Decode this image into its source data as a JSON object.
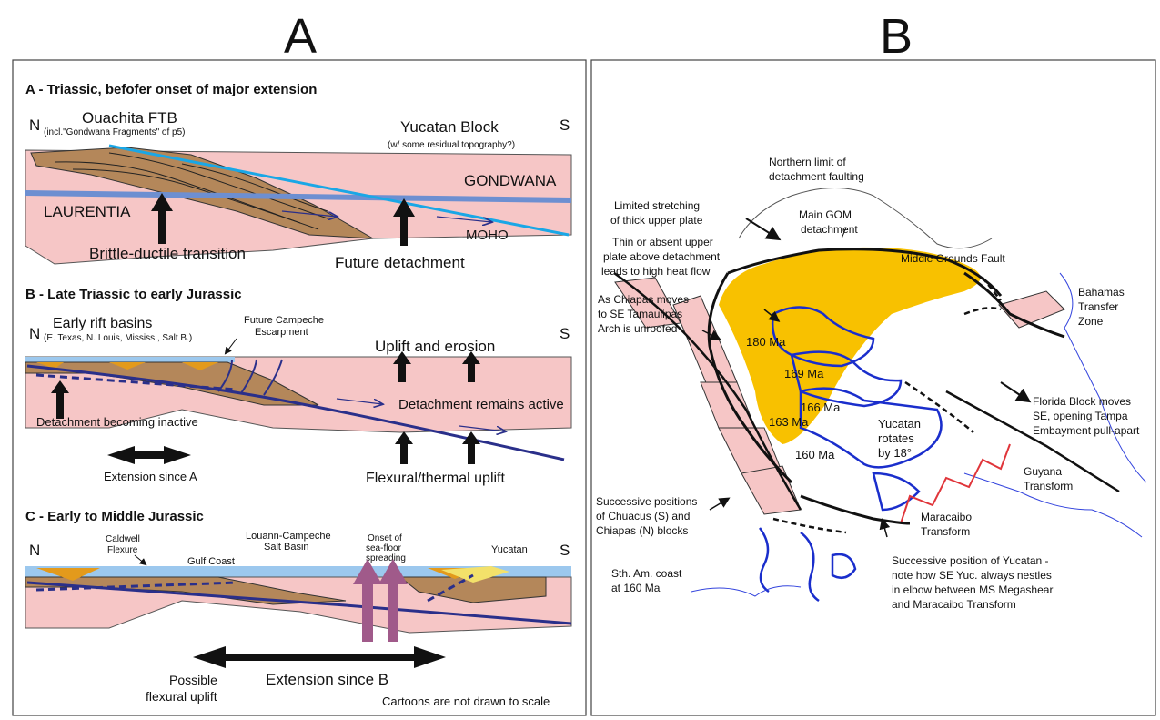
{
  "panel_a": {
    "letter": "A",
    "section_a": {
      "heading": "A - Triassic, befofer onset of major extension",
      "north": "N",
      "south": "S",
      "ouachita_title": "Ouachita FTB",
      "ouachita_note": "(incl.\"Gondwana Fragments\" of p5)",
      "yucatan_title": "Yucatan Block",
      "yucatan_note": "(w/ some residual topography?)",
      "gondwana": "GONDWANA",
      "laurentia": "LAURENTIA",
      "moho": "MOHO",
      "brittle_ductile": "Brittle-ductile transition",
      "future_detachment": "Future detachment"
    },
    "section_b": {
      "heading": "B - Late Triassic to early Jurassic",
      "north": "N",
      "south": "S",
      "rift_basins": "Early rift basins",
      "rift_basins_note": "(E. Texas, N. Louis, Mississ., Salt B.)",
      "future_campeche_1": "Future Campeche",
      "future_campeche_2": "Escarpment",
      "uplift_erosion": "Uplift and erosion",
      "detachment_active": "Detachment remains active",
      "detachment_inactive": "Detachment becoming inactive",
      "extension_since": "Extension since A",
      "flexural_thermal": "Flexural/thermal uplift"
    },
    "section_c": {
      "heading": "C - Early to Middle Jurassic",
      "north": "N",
      "south": "S",
      "caldwell_1": "Caldwell",
      "caldwell_2": "Flexure",
      "gulf_coast": "Gulf Coast",
      "louann_1": "Louann-Campeche",
      "louann_2": "Salt Basin",
      "onset_1": "Onset of",
      "onset_2": "sea-floor",
      "onset_3": "spreading",
      "yucatan": "Yucatan",
      "possible_1": "Possible",
      "possible_2": "flexural uplift",
      "extension_since": "Extension since B",
      "not_to_scale": "Cartoons are not drawn to scale"
    }
  },
  "panel_b": {
    "letter": "B",
    "limited_1": "Limited stretching",
    "limited_2": "of thick upper plate",
    "northern_1": "Northern limit of",
    "northern_2": "detachment faulting",
    "main_gom_1": "Main GOM",
    "main_gom_2": "detachment",
    "thin_1": "Thin or absent upper",
    "thin_2": "plate above detachment",
    "thin_3": "leads to high heat flow",
    "middle_grounds": "Middle Grounds Fault",
    "bahamas_1": "Bahamas",
    "bahamas_2": "Transfer",
    "bahamas_3": "Zone",
    "chiapas_1": "As Chiapas moves",
    "chiapas_2": "to SE Tamaulipas",
    "chiapas_3": "Arch is unroofed",
    "ma_180": "180 Ma",
    "ma_169": "169 Ma",
    "ma_166": "166 Ma",
    "ma_163": "163 Ma",
    "ma_160": "160 Ma",
    "florida_1": "Florida Block moves",
    "florida_2": "SE, opening Tampa",
    "florida_3": "Embayment pull-apart",
    "yucatan_rot_1": "Yucatan",
    "yucatan_rot_2": "rotates",
    "yucatan_rot_3": "by 18°",
    "guyana_1": "Guyana",
    "guyana_2": "Transform",
    "successive_1": "Successive positions",
    "successive_2": "of Chuacus (S) and",
    "successive_3": "Chiapas (N) blocks",
    "maracaibo_1": "Maracaibo",
    "maracaibo_2": "Transform",
    "sth_am_1": "Sth. Am. coast",
    "sth_am_2": "at 160 Ma",
    "yuc_pos_1": "Successive position of Yucatan -",
    "yuc_pos_2": "note how SE Yuc. always nestles",
    "yuc_pos_3": "in elbow between MS Megashear",
    "yuc_pos_4": "and Maracaibo Transform"
  },
  "colors": {
    "crust_pink": "#f6c6c6",
    "sediment_brown": "#b4875a",
    "detachment_blue": "#2a2f8a",
    "moho_cyan": "#1aa7e6",
    "laurentia_blue": "#6d8fd1",
    "ocean_blue": "#9cc8ee",
    "rift_orange": "#e39a1c",
    "heatflow_yellow": "#f8c100",
    "ma_outline_blue": "#1a2ecc",
    "arrow_purple": "#a05a8a",
    "maracaibo_red": "#e0353a"
  }
}
